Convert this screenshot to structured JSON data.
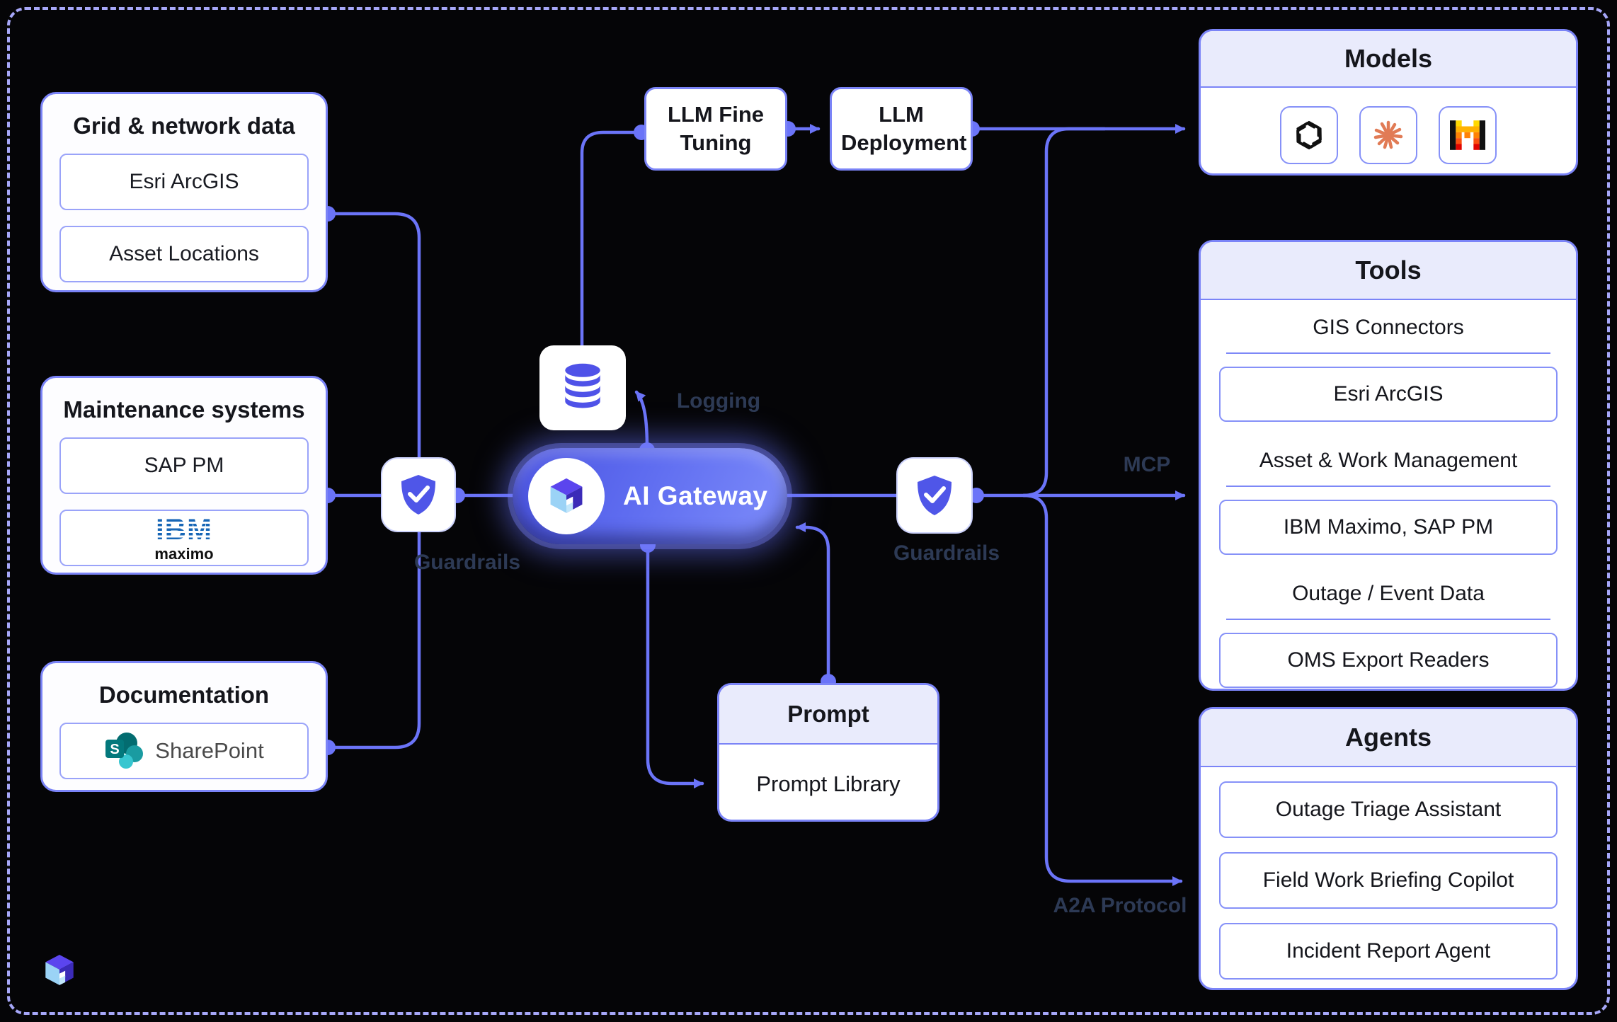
{
  "frame": {
    "background": "#050507",
    "dashed_border_color": "#a6a7f8",
    "line_color": "#6b74f8",
    "panel_border_color": "#7b84f7",
    "header_bg": "#e9ebfc",
    "flow_label_color": "#2d3a55"
  },
  "sources": {
    "grid": {
      "title": "Grid & network data",
      "items": [
        "Esri ArcGIS",
        "Asset Locations"
      ]
    },
    "maintenance": {
      "title": "Maintenance systems",
      "items": [
        "SAP PM"
      ],
      "ibm": {
        "wordmark": "IBM",
        "sub": "maximo"
      }
    },
    "documentation": {
      "title": "Documentation",
      "sharepoint": {
        "label": "SharePoint",
        "initial": "S"
      }
    }
  },
  "pipeline": {
    "llm_fine_tuning": "LLM Fine Tuning",
    "llm_deployment": "LLM Deployment"
  },
  "gateway": {
    "label": "AI Gateway",
    "gradient_start": "#4a53e0",
    "gradient_end": "#7e8dfa"
  },
  "logging": {
    "label": "Logging"
  },
  "guardrails": {
    "left_label": "Guardrails",
    "right_label": "Guardrails"
  },
  "protocols": {
    "mcp": "MCP",
    "a2a": "A2A Protocol"
  },
  "prompt": {
    "title": "Prompt",
    "item": "Prompt Library"
  },
  "models": {
    "title": "Models",
    "icons": [
      {
        "name": "openai-logo",
        "color": "#111111"
      },
      {
        "name": "claude-logo",
        "color": "#e17b55"
      },
      {
        "name": "mistral-logo",
        "colors": [
          "#ffd800",
          "#ffb100",
          "#ff8205",
          "#fa500f",
          "#e10500"
        ]
      }
    ]
  },
  "tools": {
    "title": "Tools",
    "rows": [
      {
        "label": "GIS Connectors",
        "variant": "label"
      },
      {
        "label": "Esri ArcGIS",
        "variant": "box"
      },
      {
        "label": "Asset & Work Management",
        "variant": "label"
      },
      {
        "label": "IBM Maximo, SAP PM",
        "variant": "box"
      },
      {
        "label": "Outage / Event Data",
        "variant": "label"
      },
      {
        "label": "OMS Export Readers",
        "variant": "box"
      }
    ]
  },
  "agents": {
    "title": "Agents",
    "items": [
      "Outage Triage Assistant",
      "Field Work Briefing Copilot",
      "Incident Report Agent"
    ]
  }
}
